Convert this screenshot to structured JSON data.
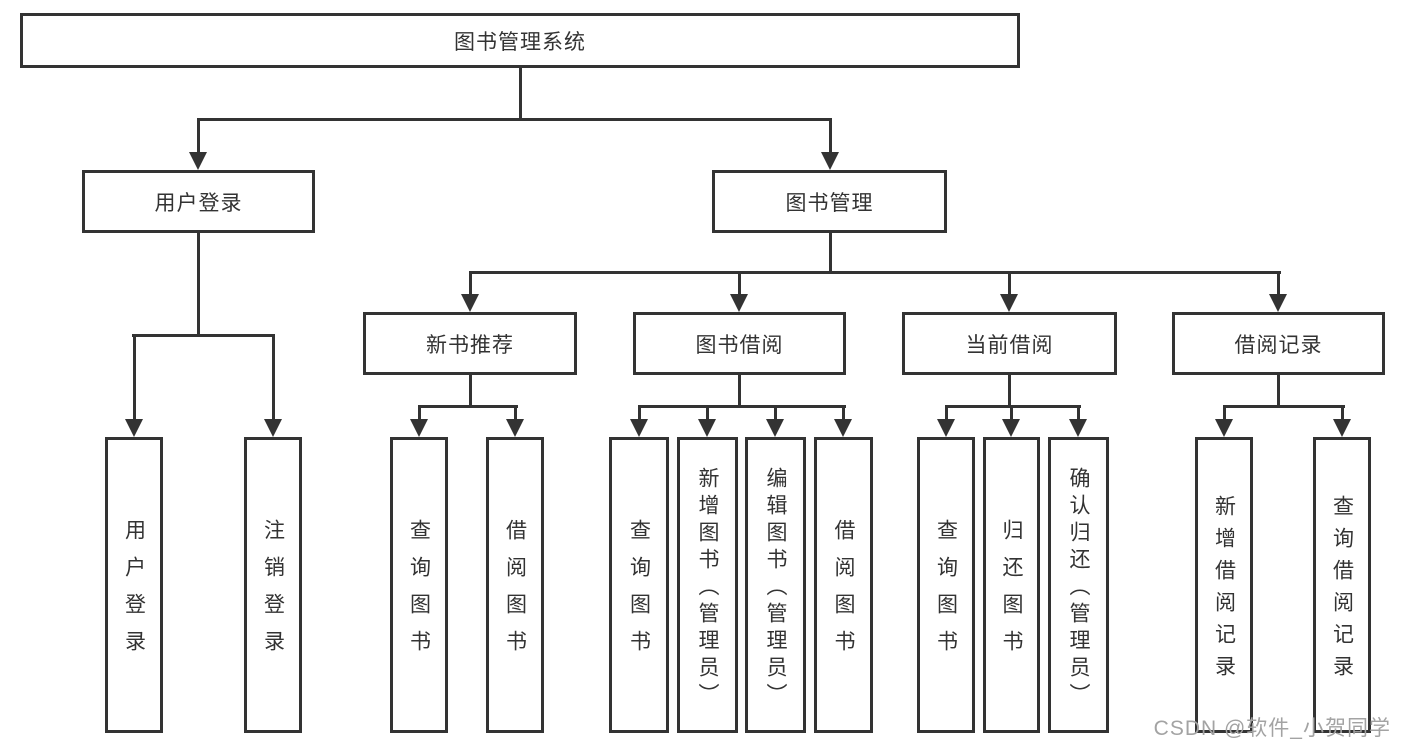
{
  "diagram": {
    "root": {
      "label": "图书管理系统"
    },
    "level2": [
      {
        "label": "用户登录"
      },
      {
        "label": "图书管理"
      }
    ],
    "level3": [
      {
        "label": "新书推荐"
      },
      {
        "label": "图书借阅"
      },
      {
        "label": "当前借阅"
      },
      {
        "label": "借阅记录"
      }
    ],
    "leaves": {
      "user_login": [
        {
          "label": "用户登录"
        },
        {
          "label": "注销登录"
        }
      ],
      "new_book": [
        {
          "label": "查询图书"
        },
        {
          "label": "借阅图书"
        }
      ],
      "book_borrow": [
        {
          "label": "查询图书"
        },
        {
          "label": "新增图书（管理员）"
        },
        {
          "label": "编辑图书（管理员）"
        },
        {
          "label": "借阅图书"
        }
      ],
      "current_borrow": [
        {
          "label": "查询图书"
        },
        {
          "label": "归还图书"
        },
        {
          "label": "确认归还（管理员）"
        }
      ],
      "borrow_record": [
        {
          "label": "新增借阅记录"
        },
        {
          "label": "查询借阅记录"
        }
      ]
    }
  },
  "watermark": {
    "text": "CSDN @软件_小贺同学"
  },
  "colors": {
    "line": "#333333",
    "box_background": "#ffffff",
    "text": "#333333",
    "watermark": "#a3a3a3"
  }
}
